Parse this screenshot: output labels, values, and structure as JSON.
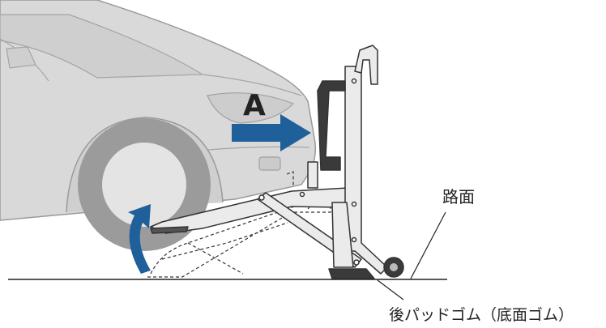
{
  "labels": {
    "arrow_letter": "A",
    "road_surface": "路面",
    "rear_pad": "後パッドゴム（底面ゴム）"
  },
  "colors": {
    "car_body": "#d9d9d9",
    "car_outline": "#9a9a9a",
    "tire": "#9b9b9b",
    "wheel": "#e4e4e4",
    "jack_fill": "#ebebeb",
    "jack_outline": "#333333",
    "arrow_blue": "#1f5f9a",
    "dark_bar": "#3a3a3a"
  },
  "icons": [
    "direction-arrow-icon",
    "rotation-arrow-icon"
  ]
}
